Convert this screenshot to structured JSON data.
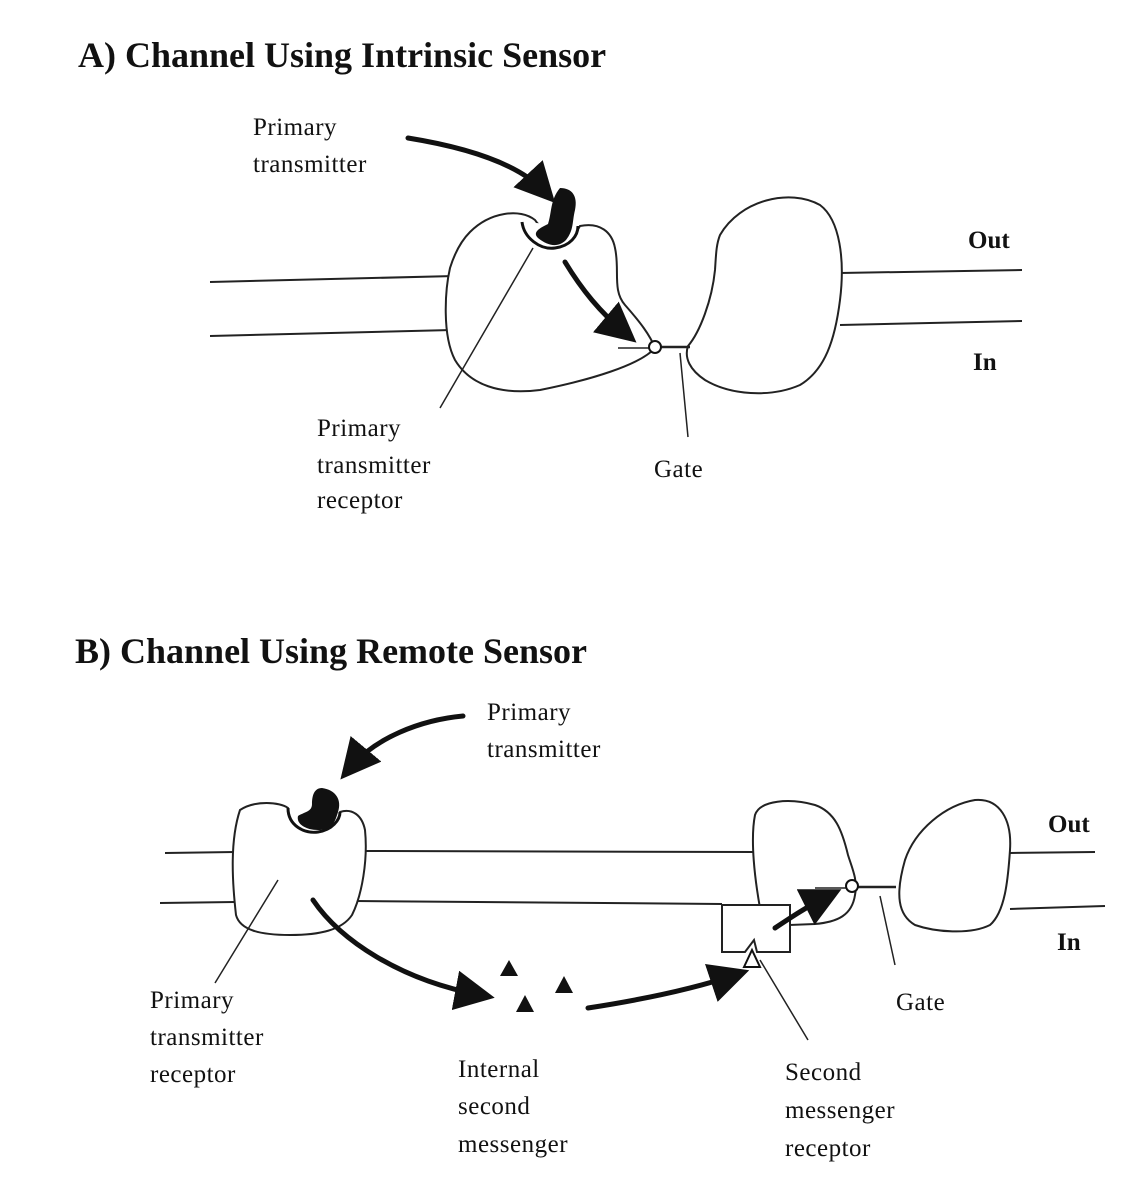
{
  "panels": [
    {
      "title": "A) Channel Using Intrinsic Sensor",
      "labels": {
        "primary_transmitter": [
          "Primary",
          "transmitter"
        ],
        "receptor": [
          "Primary",
          "transmitter",
          "receptor"
        ],
        "gate": "Gate",
        "out": "Out",
        "in": "In"
      }
    },
    {
      "title": "B) Channel Using Remote Sensor",
      "labels": {
        "primary_transmitter": [
          "Primary",
          "transmitter"
        ],
        "receptor": [
          "Primary",
          "transmitter",
          "receptor"
        ],
        "second_messenger": [
          "Internal",
          "second",
          "messenger"
        ],
        "second_messenger_receptor": [
          "Second",
          "messenger",
          "receptor"
        ],
        "gate": "Gate",
        "out": "Out",
        "in": "In"
      }
    }
  ]
}
